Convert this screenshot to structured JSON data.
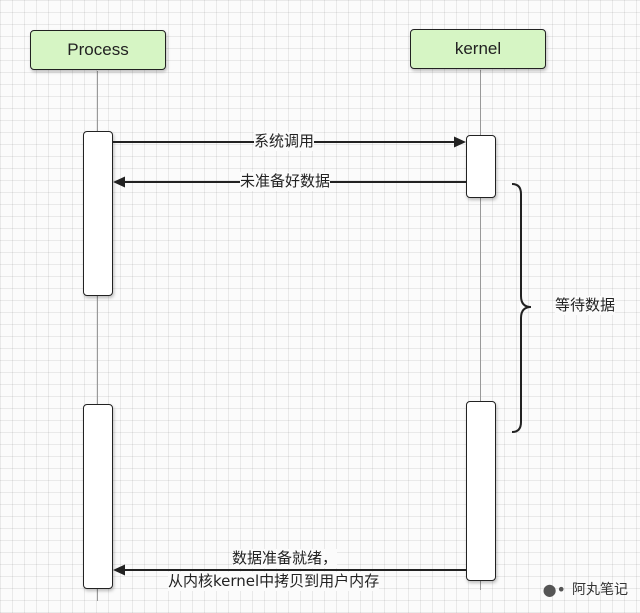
{
  "participants": {
    "process": "Process",
    "kernel": "kernel"
  },
  "messages": {
    "syscall": "系统调用",
    "not_ready": "未准备好数据",
    "copy_line1": "数据准备就绪，",
    "copy_line2": "从内核kernel中拷贝到用户内存"
  },
  "brace_label": "等待数据",
  "watermark": "阿丸笔记",
  "watermark_icon": "wechat-icon"
}
